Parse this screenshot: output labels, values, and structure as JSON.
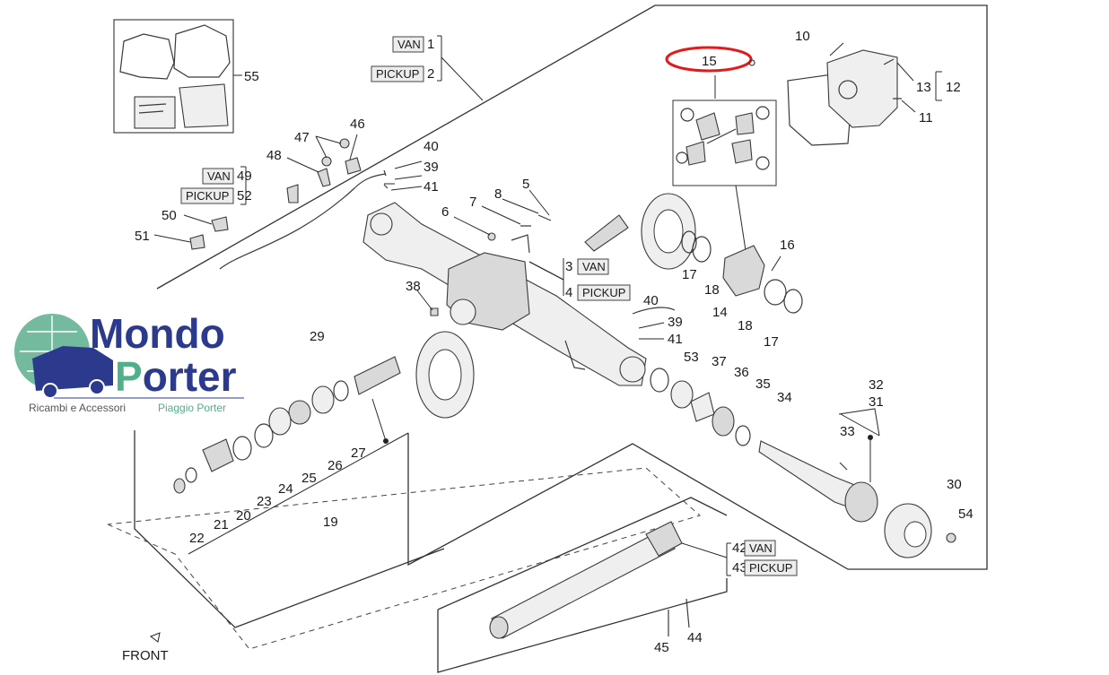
{
  "diagram": {
    "front_label": "FRONT",
    "highlight_color": "#e01b1b",
    "parts": [
      {
        "id": "p1",
        "num": "1",
        "tag": "VAN"
      },
      {
        "id": "p2",
        "num": "2",
        "tag": "PICKUP"
      },
      {
        "id": "p3",
        "num": "3",
        "tag": "VAN"
      },
      {
        "id": "p4",
        "num": "4",
        "tag": "PICKUP"
      },
      {
        "id": "p5",
        "num": "5"
      },
      {
        "id": "p6",
        "num": "6"
      },
      {
        "id": "p7",
        "num": "7"
      },
      {
        "id": "p8",
        "num": "8"
      },
      {
        "id": "p10",
        "num": "10"
      },
      {
        "id": "p11",
        "num": "11"
      },
      {
        "id": "p12",
        "num": "12"
      },
      {
        "id": "p13",
        "num": "13"
      },
      {
        "id": "p14",
        "num": "14"
      },
      {
        "id": "p15",
        "num": "15",
        "highlighted": true
      },
      {
        "id": "p16",
        "num": "16"
      },
      {
        "id": "p17a",
        "num": "17"
      },
      {
        "id": "p17b",
        "num": "17"
      },
      {
        "id": "p18a",
        "num": "18"
      },
      {
        "id": "p18b",
        "num": "18"
      },
      {
        "id": "p19",
        "num": "19"
      },
      {
        "id": "p20",
        "num": "20"
      },
      {
        "id": "p21",
        "num": "21"
      },
      {
        "id": "p22",
        "num": "22"
      },
      {
        "id": "p23",
        "num": "23"
      },
      {
        "id": "p24",
        "num": "24"
      },
      {
        "id": "p25",
        "num": "25"
      },
      {
        "id": "p26",
        "num": "26"
      },
      {
        "id": "p27",
        "num": "27"
      },
      {
        "id": "p29",
        "num": "29"
      },
      {
        "id": "p30",
        "num": "30"
      },
      {
        "id": "p31",
        "num": "31"
      },
      {
        "id": "p32",
        "num": "32"
      },
      {
        "id": "p33",
        "num": "33"
      },
      {
        "id": "p34",
        "num": "34"
      },
      {
        "id": "p35",
        "num": "35"
      },
      {
        "id": "p36",
        "num": "36"
      },
      {
        "id": "p37",
        "num": "37"
      },
      {
        "id": "p38",
        "num": "38"
      },
      {
        "id": "p39a",
        "num": "39"
      },
      {
        "id": "p39b",
        "num": "39"
      },
      {
        "id": "p40a",
        "num": "40"
      },
      {
        "id": "p40b",
        "num": "40"
      },
      {
        "id": "p41a",
        "num": "41"
      },
      {
        "id": "p41b",
        "num": "41"
      },
      {
        "id": "p42",
        "num": "42",
        "tag": "VAN"
      },
      {
        "id": "p43",
        "num": "43",
        "tag": "PICKUP"
      },
      {
        "id": "p44",
        "num": "44"
      },
      {
        "id": "p45",
        "num": "45"
      },
      {
        "id": "p46",
        "num": "46"
      },
      {
        "id": "p47",
        "num": "47"
      },
      {
        "id": "p48",
        "num": "48"
      },
      {
        "id": "p49",
        "num": "49",
        "tag": "VAN"
      },
      {
        "id": "p50",
        "num": "50"
      },
      {
        "id": "p51",
        "num": "51"
      },
      {
        "id": "p52",
        "num": "52",
        "tag": "PICKUP"
      },
      {
        "id": "p53",
        "num": "53"
      },
      {
        "id": "p54",
        "num": "54"
      },
      {
        "id": "p55",
        "num": "55"
      }
    ]
  },
  "logo": {
    "word1": "Mondo",
    "word2_initial": "P",
    "word2_rest": "orter",
    "tagline_left": "Ricambi e Accessori",
    "tagline_right": "Piaggio Porter",
    "brand_blue": "#2b3a8c",
    "brand_green": "#4fb08a"
  }
}
